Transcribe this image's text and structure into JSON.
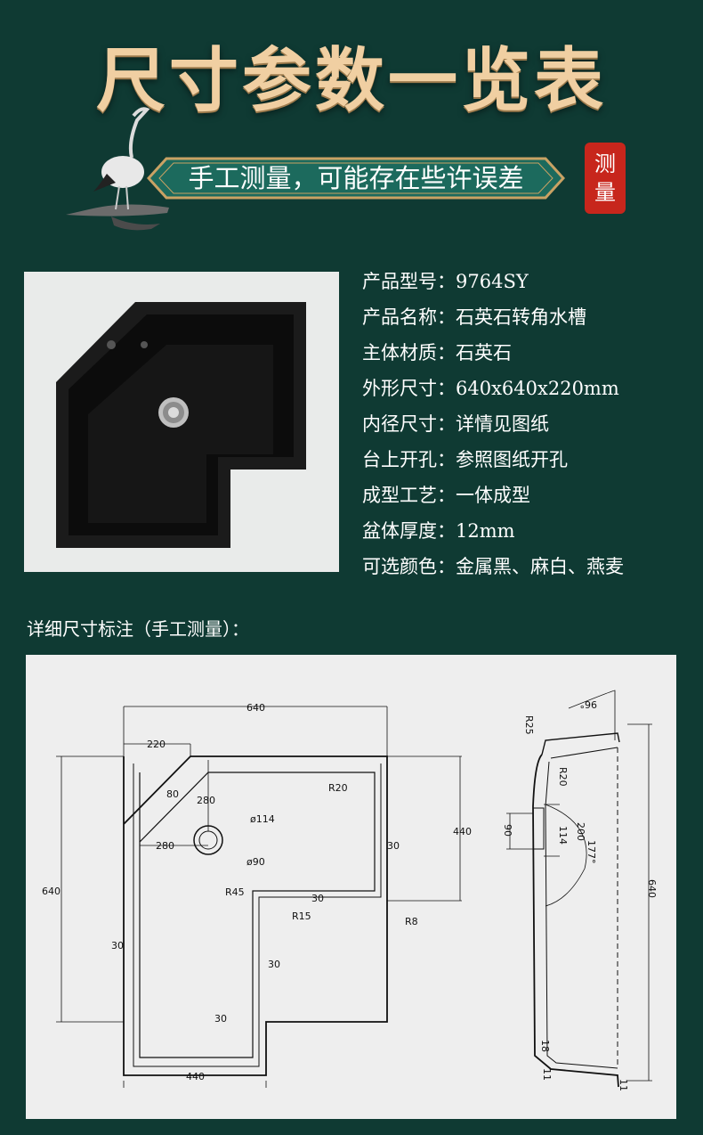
{
  "title": "尺寸参数一览表",
  "banner": "手工测量，可能存在些许误差",
  "stamp": [
    "测",
    "量"
  ],
  "specs": [
    {
      "key": "产品型号：",
      "value": "9764SY"
    },
    {
      "key": "产品名称：",
      "value": "石英石转角水槽"
    },
    {
      "key": "主体材质：",
      "value": "石英石"
    },
    {
      "key": "外形尺寸：",
      "value": "640x640x220mm"
    },
    {
      "key": "内径尺寸：",
      "value": "详情见图纸"
    },
    {
      "key": "台上开孔：",
      "value": "参照图纸开孔"
    },
    {
      "key": "成型工艺：",
      "value": "一体成型"
    },
    {
      "key": "盆体厚度：",
      "value": "12mm"
    },
    {
      "key": "可选颜色：",
      "value": "金属黑、麻白、燕麦"
    }
  ],
  "section_label": "详细尺寸标注（手工测量）：",
  "plan_dims": {
    "top_width": "640",
    "top_cut": "220",
    "diag": "80",
    "inner_280_a": "280",
    "inner_280_b": "280",
    "hole_outer": "ø114",
    "hole_inner": "ø90",
    "r20": "R20",
    "right_30": "30",
    "right_440": "440",
    "left_640": "640",
    "r45": "R45",
    "mid_30": "30",
    "r15": "R15",
    "r8": "R8",
    "left_30": "30",
    "inner_30": "30",
    "bottom_30": "30",
    "bottom_440": "440"
  },
  "section_dims": {
    "angle_96": "96°",
    "r25": "R25",
    "r20": "R20",
    "d200": "200",
    "d90": "90",
    "d114": "114",
    "angle_177": "177°",
    "d640": "640",
    "d18": "18",
    "d11a": "11",
    "d11b": "11"
  },
  "colors": {
    "background": "#0f3a33",
    "title": "#f0cfa2",
    "banner": "#1c6a5d",
    "gold": "#c9a264",
    "stamp": "#c7261c",
    "sink": "#1a1a1a"
  }
}
